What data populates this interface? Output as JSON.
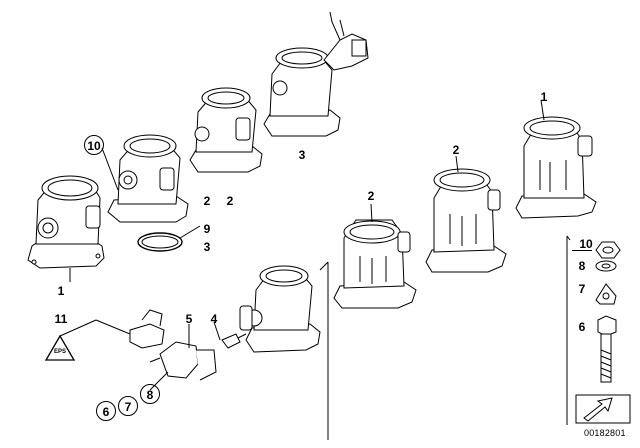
{
  "callouts": {
    "c1_top": "1",
    "c1_left": "1",
    "c2_a": "2",
    "c2_b": "2",
    "c2_c": "2",
    "c2_d": "2",
    "c3_top": "3",
    "c3_mid": "3",
    "c4": "4",
    "c5": "5",
    "c6_bottom": "6",
    "c6_right": "6",
    "c7_bottom": "7",
    "c7_right": "7",
    "c8_bottom": "8",
    "c8_right": "8",
    "c9": "9",
    "c10_left": "10",
    "c10_right": "10",
    "c11": "11"
  },
  "warning_label": "EPS",
  "diagram_code": "00182801",
  "colors": {
    "ink": "#000000",
    "paper": "#ffffff",
    "shade": "#d9d9d9"
  },
  "icons": [
    "warning-triangle-icon",
    "arrow-icon"
  ]
}
